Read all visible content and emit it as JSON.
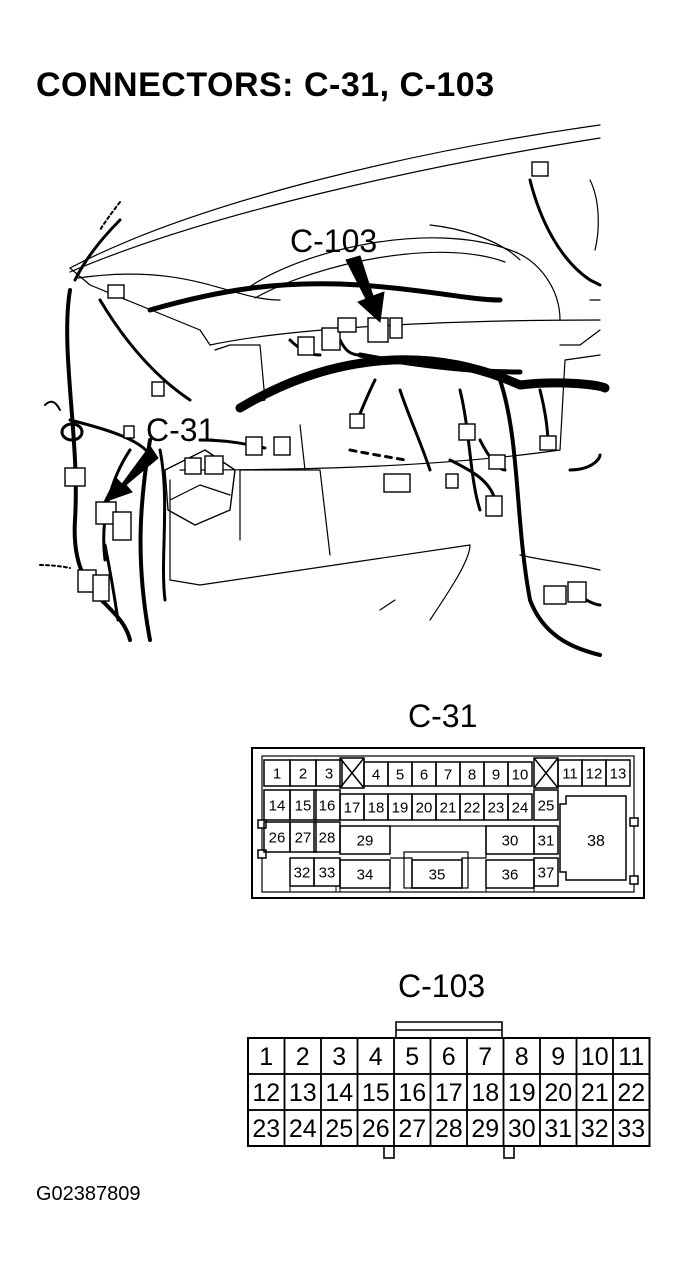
{
  "title": "CONNECTORS: C-31, C-103",
  "figure_id": "G02387809",
  "callouts": {
    "c31": "C-31",
    "c103": "C-103"
  },
  "c31": {
    "name": "C-31",
    "pins": [
      "1",
      "2",
      "3",
      "4",
      "5",
      "6",
      "7",
      "8",
      "9",
      "10",
      "11",
      "12",
      "13",
      "14",
      "15",
      "16",
      "17",
      "18",
      "19",
      "20",
      "21",
      "22",
      "23",
      "24",
      "25",
      "26",
      "27",
      "28",
      "29",
      "30",
      "31",
      "32",
      "33",
      "34",
      "35",
      "36",
      "37",
      "38"
    ]
  },
  "c103": {
    "name": "C-103",
    "rows": [
      [
        "1",
        "2",
        "3",
        "4",
        "5",
        "6",
        "7",
        "8",
        "9",
        "10",
        "11"
      ],
      [
        "12",
        "13",
        "14",
        "15",
        "16",
        "17",
        "18",
        "19",
        "20",
        "21",
        "22"
      ],
      [
        "23",
        "24",
        "25",
        "26",
        "27",
        "28",
        "29",
        "30",
        "31",
        "32",
        "33"
      ]
    ]
  }
}
